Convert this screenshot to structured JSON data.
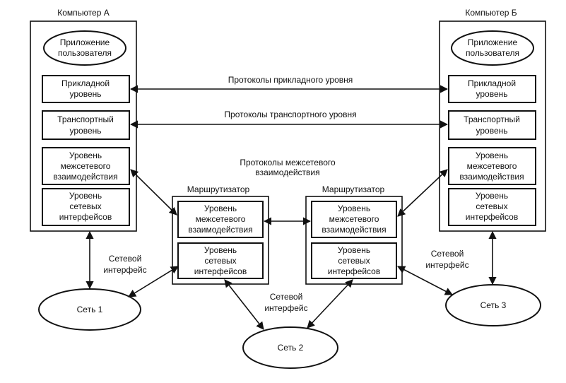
{
  "computer_a": {
    "title": "Компьютер А",
    "app": [
      "Приложение",
      "пользователя"
    ],
    "application_layer": [
      "Прикладной",
      "уровень"
    ],
    "transport_layer": [
      "Транспортный",
      "уровень"
    ],
    "internet_layer": [
      "Уровень",
      "межсетевого",
      "взаимодействия"
    ],
    "network_interface_layer": [
      "Уровень",
      "сетевых",
      "интерфейсов"
    ]
  },
  "computer_b": {
    "title": "Компьютер Б",
    "app": [
      "Приложение",
      "пользователя"
    ],
    "application_layer": [
      "Прикладной",
      "уровень"
    ],
    "transport_layer": [
      "Транспортный",
      "уровень"
    ],
    "internet_layer": [
      "Уровень",
      "межсетевого",
      "взаимодействия"
    ],
    "network_interface_layer": [
      "Уровень",
      "сетевых",
      "интерфейсов"
    ]
  },
  "router_1": {
    "title": "Маршрутизатор",
    "internet_layer": [
      "Уровень",
      "межсетевого",
      "взаимодействия"
    ],
    "network_interface_layer": [
      "Уровень",
      "сетевых",
      "интерфейсов"
    ]
  },
  "router_2": {
    "title": "Маршрутизатор",
    "internet_layer": [
      "Уровень",
      "межсетевого",
      "взаимодействия"
    ],
    "network_interface_layer": [
      "Уровень",
      "сетевых",
      "интерфейсов"
    ]
  },
  "protocols": {
    "application": "Протоколы прикладного уровня",
    "transport": "Протоколы транспортного уровня",
    "internet": [
      "Протоколы межсетевого",
      "взаимодействия"
    ]
  },
  "network_interface_labels": {
    "left": [
      "Сетевой",
      "интерфейс"
    ],
    "center": [
      "Сетевой",
      "интерфейс"
    ],
    "right": [
      "Сетевой",
      "интерфейс"
    ]
  },
  "networks": {
    "net1": "Сеть 1",
    "net2": "Сеть 2",
    "net3": "Сеть 3"
  }
}
